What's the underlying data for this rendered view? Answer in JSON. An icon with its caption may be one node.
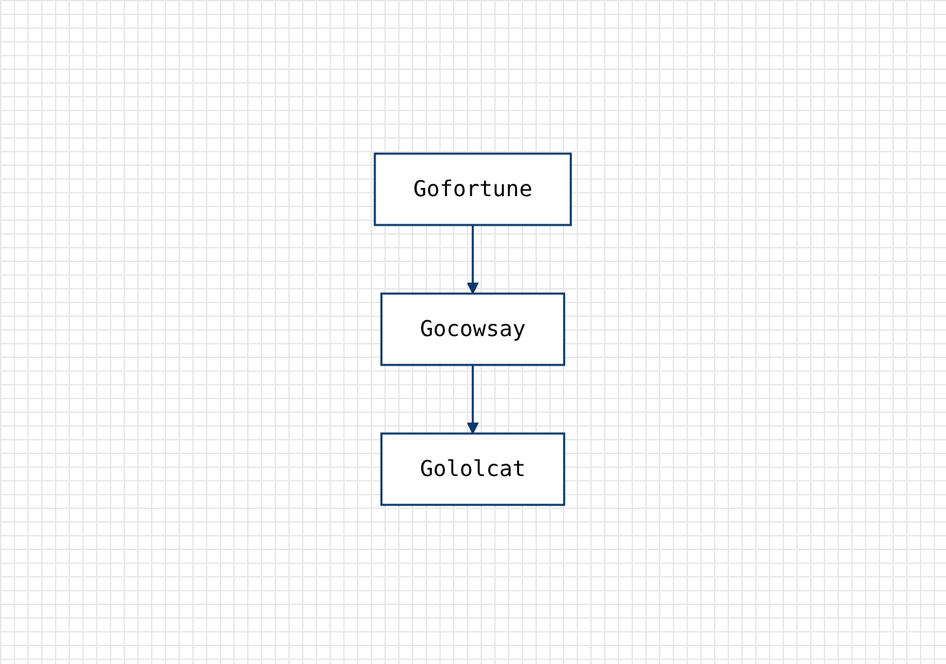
{
  "diagram": {
    "nodes": [
      {
        "text": [
          "Gofortune"
        ]
      },
      {
        "text": [
          "Gocowsay"
        ]
      },
      {
        "text": [
          "Gololcat"
        ]
      }
    ],
    "edges": [
      {
        "from": 0,
        "to": 1,
        "arrow": "to"
      },
      {
        "from": 1,
        "to": 2,
        "arrow": "to"
      }
    ]
  }
}
